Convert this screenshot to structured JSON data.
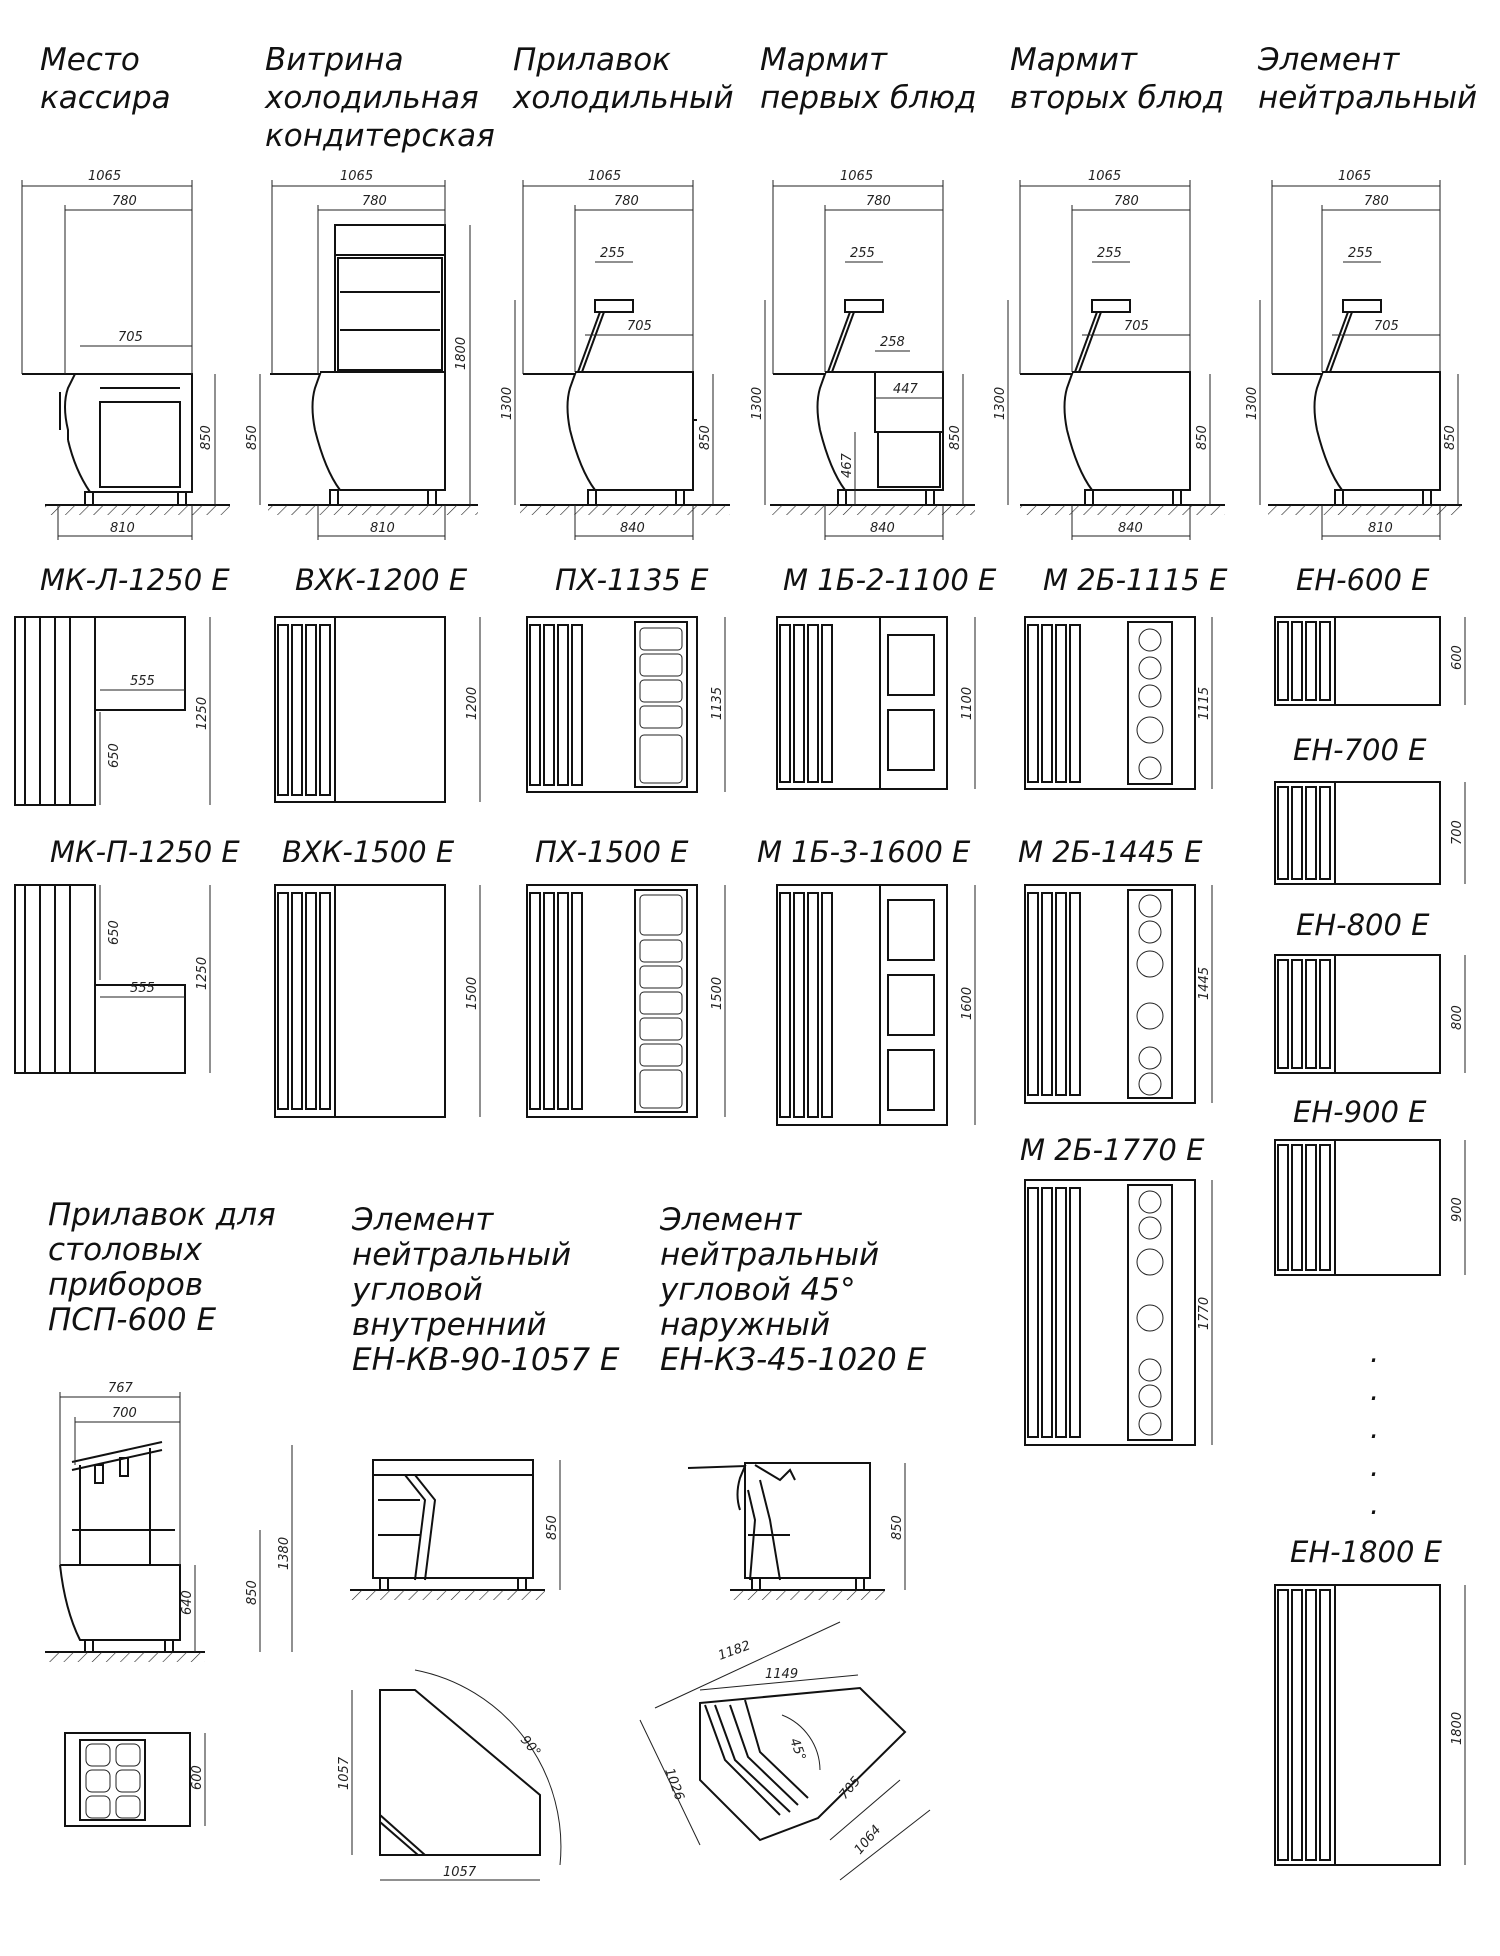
{
  "headers": {
    "cashier": [
      "Место",
      "кассира"
    ],
    "showcase": [
      "Витрина",
      "холодильная",
      "кондитерская"
    ],
    "counter": [
      "Прилавок",
      "холодильный"
    ],
    "marmite1": [
      "Мармит",
      "первых блюд"
    ],
    "marmite2": [
      "Мармит",
      "вторых блюд"
    ],
    "neutral": [
      "Элемент",
      "нейтральный"
    ],
    "cutlery": [
      "Прилавок для",
      "столовых",
      "приборов",
      "ПСП-600 Е"
    ],
    "corner_inner": [
      "Элемент",
      "нейтральный",
      "угловой",
      "внутренний",
      "ЕН-КВ-90-1057 Е"
    ],
    "corner_outer": [
      "Элемент",
      "нейтральный",
      "угловой 45°",
      "наружный",
      "ЕН-КЗ-45-1020 Е"
    ]
  },
  "models": {
    "mk_l": "МК-Л-1250 Е",
    "vhk_1200": "ВХК-1200 Е",
    "ph_1135": "ПХ-1135 Е",
    "m1b_2": "М 1Б-2-1100 Е",
    "m2b_1115": "М 2Б-1115 Е",
    "en_600": "ЕН-600 Е",
    "mk_p": "МК-П-1250 Е",
    "vhk_1500": "ВХК-1500 Е",
    "ph_1500": "ПХ-1500 Е",
    "m1b_3": "М 1Б-3-1600 Е",
    "m2b_1445": "М 2Б-1445 Е",
    "en_700": "ЕН-700 Е",
    "en_800": "ЕН-800 Е",
    "en_900": "ЕН-900 Е",
    "m2b_1770": "М 2Б-1770 Е",
    "en_1800": "ЕН-1800 Е"
  },
  "dims": {
    "d1065": "1065",
    "d780": "780",
    "d705": "705",
    "d255": "255",
    "d258": "258",
    "d447": "447",
    "d467": "467",
    "d850": "850",
    "d1300": "1300",
    "d1800": "1800",
    "d810": "810",
    "d840": "840",
    "d555": "555",
    "d650": "650",
    "d1250": "1250",
    "d1200": "1200",
    "d1135": "1135",
    "d1100": "1100",
    "d1115": "1115",
    "d600": "600",
    "d700": "700",
    "d800": "800",
    "d900": "900",
    "d1500": "1500",
    "d1600": "1600",
    "d1445": "1445",
    "d1770": "1770",
    "d767": "767",
    "d1380": "1380",
    "d640": "640",
    "d1057": "1057",
    "d90": "90°",
    "d1182": "1182",
    "d1149": "1149",
    "d45": "45°",
    "d1026": "1026",
    "d1064": "1064"
  },
  "ellipsis": ".",
  "colors": {
    "line": "#111111",
    "background": "#ffffff"
  }
}
